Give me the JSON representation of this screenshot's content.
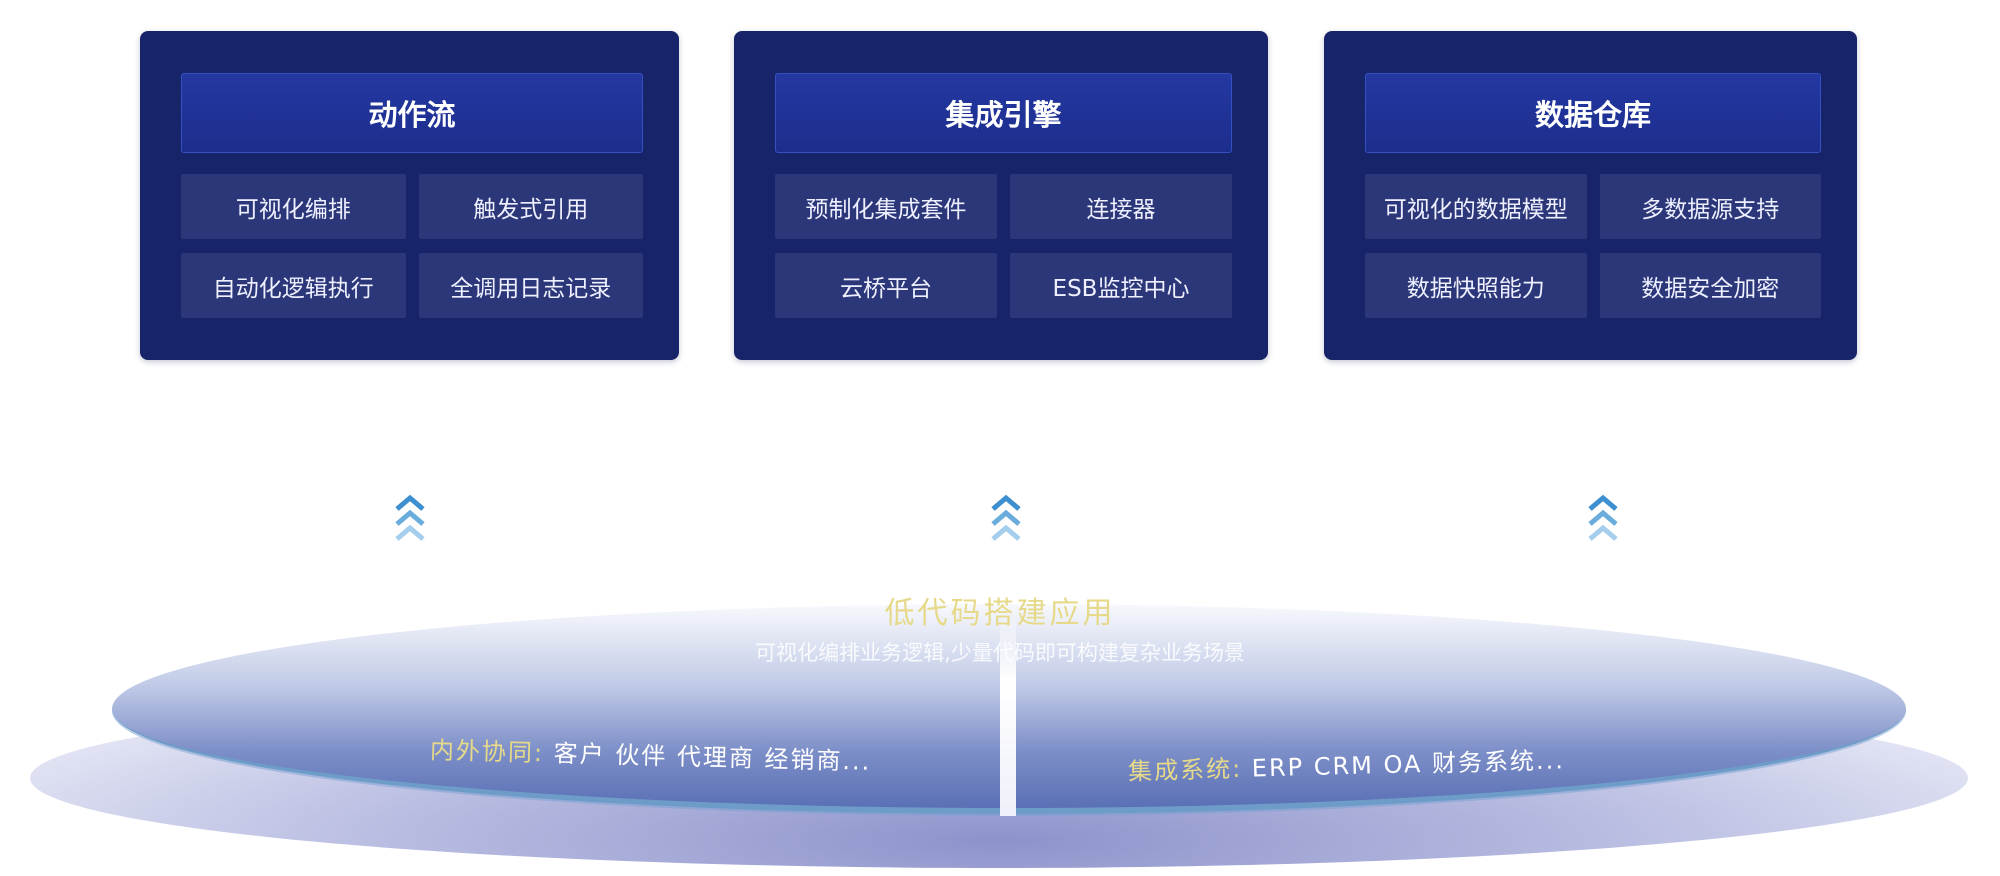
{
  "modules": [
    {
      "title": "动作流",
      "items": [
        "可视化编排",
        "触发式引用",
        "自动化逻辑执行",
        "全调用日志记录"
      ]
    },
    {
      "title": "集成引擎",
      "items": [
        "预制化集成套件",
        "连接器",
        "云桥平台",
        "ESB监控中心"
      ]
    },
    {
      "title": "数据仓库",
      "items": [
        "可视化的数据模型",
        "多数据源支持",
        "数据快照能力",
        "数据安全加密"
      ]
    }
  ],
  "platform": {
    "title": "低代码搭建应用",
    "subtitle": "可视化编排业务逻辑,少量代码即可构建复杂业务场景",
    "left_label": "内外协同:",
    "left_items": "客户 伙伴 代理商 经销商...",
    "right_label": "集成系统:",
    "right_items": "ERP CRM OA 财务系统..."
  },
  "colors": {
    "module_bg": "#18246a",
    "header_bg": "#2438a2",
    "cell_bg": "#2c3779",
    "accent_yellow": "#e6d98a",
    "chevron_blue": "#3d8fd0"
  },
  "icons": [
    "chevron-up-icon",
    "chevron-up-icon",
    "chevron-up-icon"
  ]
}
